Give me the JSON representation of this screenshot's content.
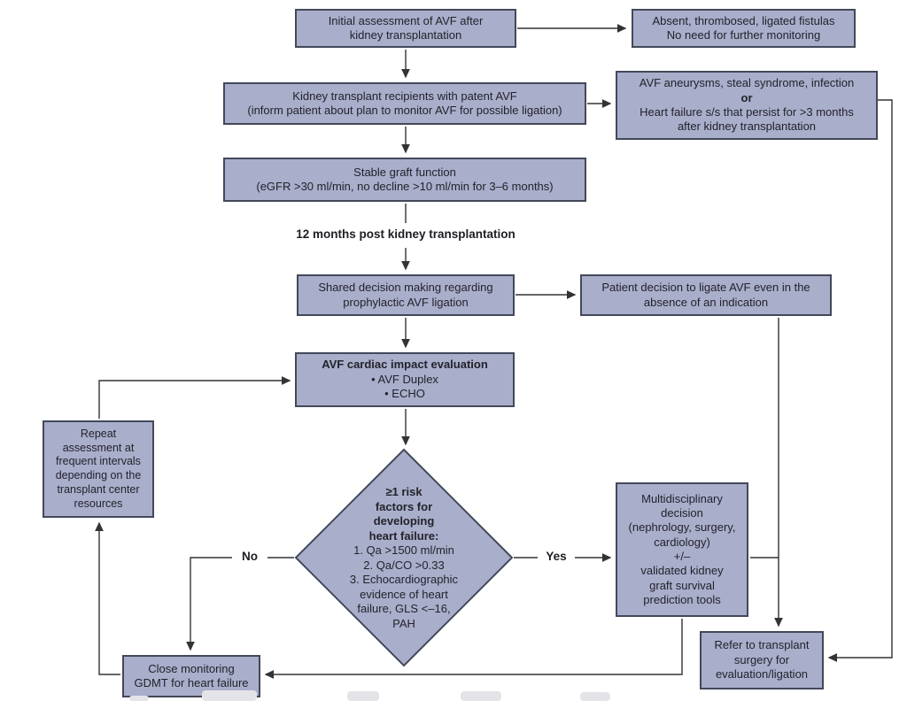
{
  "palette": {
    "box_fill": "#a9aecb",
    "box_border": "#43485a",
    "arrow": "#333333",
    "text": "#23232b"
  },
  "nodes": {
    "initial": {
      "lines": [
        "Initial assessment of AVF after",
        "kidney transplantation"
      ]
    },
    "absent": {
      "lines": [
        "Absent, thrombosed, ligated fistulas",
        "No need for further monitoring"
      ]
    },
    "recipients": {
      "lines": [
        "Kidney transplant recipients with patent AVF",
        "(inform patient about plan to monitor AVF for possible ligation)"
      ]
    },
    "aneurysms": {
      "line1": "AVF aneurysms, steal syndrome, infection",
      "or": "or",
      "line3": "Heart failure s/s that persist for >3 months",
      "line4": "after kidney transplantation"
    },
    "stable": {
      "lines": [
        "Stable graft function",
        "(eGFR >30 ml/min, no decline >10 ml/min for 3–6 months)"
      ]
    },
    "months12": "12 months post kidney transplantation",
    "shared": {
      "lines": [
        "Shared decision making regarding",
        "prophylactic AVF ligation"
      ]
    },
    "patient": {
      "lines": [
        "Patient decision to ligate AVF even in the",
        "absence of an indication"
      ]
    },
    "cardiac": {
      "title": "AVF cardiac impact evaluation",
      "bullets": [
        "• AVF Duplex",
        "• ECHO"
      ]
    },
    "repeat": {
      "lines": [
        "Repeat",
        "assessment at",
        "frequent intervals",
        "depending on the",
        "transplant center",
        "resources"
      ]
    },
    "diamond": {
      "title_lines": [
        "≥1 risk",
        "factors for",
        "developing",
        "heart failure:"
      ],
      "item_lines": [
        "1. Qa >1500 ml/min",
        "2. Qa/CO >0.33",
        "3. Echocardiographic",
        "evidence of heart",
        "failure, GLS <–16,",
        "PAH"
      ]
    },
    "multi": {
      "lines": [
        "Multidisciplinary",
        "decision",
        "(nephrology, surgery,",
        "cardiology)",
        "+/–",
        "validated kidney",
        "graft survival",
        "prediction tools"
      ]
    },
    "close": {
      "lines": [
        "Close monitoring",
        "GDMT for heart failure"
      ]
    },
    "refer": {
      "lines": [
        "Refer to transplant",
        "surgery for",
        "evaluation/ligation"
      ]
    }
  },
  "edge_labels": {
    "no": "No",
    "yes": "Yes"
  }
}
